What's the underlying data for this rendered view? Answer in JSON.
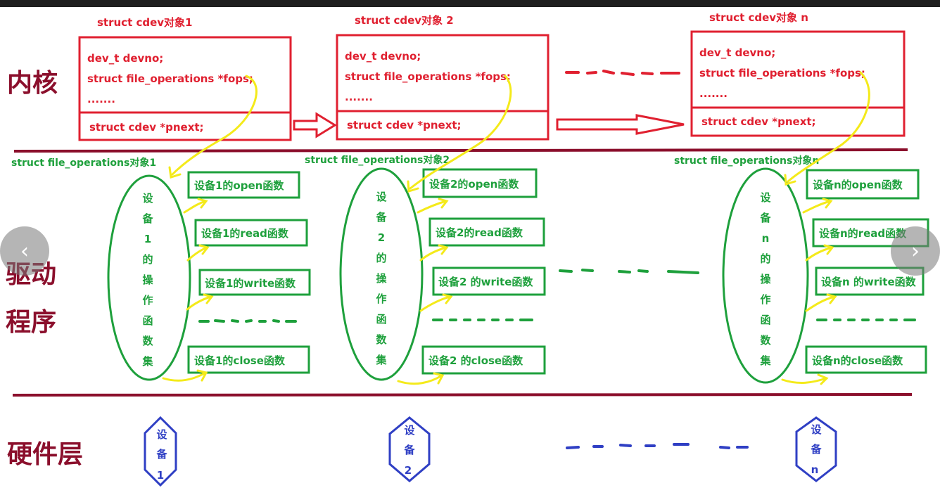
{
  "layers": {
    "kernel": "内核",
    "driver_line1": "驱动",
    "driver_line2": "程序",
    "hardware": "硬件层"
  },
  "cdev_objects": [
    {
      "title": "struct cdev对象1",
      "field_devno": "dev_t devno;",
      "field_fops": "struct file_operations *fops;",
      "field_dots": ".......",
      "field_pnext": "struct cdev *pnext;"
    },
    {
      "title": "struct cdev对象 2",
      "field_devno": "dev_t devno;",
      "field_fops": "struct file_operations *fops;",
      "field_dots": ".......",
      "field_pnext": "struct cdev *pnext;"
    },
    {
      "title": "struct cdev对象 n",
      "field_devno": "dev_t devno;",
      "field_fops": "struct file_operations *fops;",
      "field_dots": ".......",
      "field_pnext": "struct cdev *pnext;"
    }
  ],
  "fops_objects": [
    {
      "title": "struct file_operations对象1",
      "ellipse_chars": [
        "设",
        "备",
        "1",
        "的",
        "操",
        "作",
        "函",
        "数",
        "集"
      ],
      "funcs": {
        "open": "设备1的open函数",
        "read": "设备1的read函数",
        "write": "设备1的write函数",
        "close": "设备1的close函数"
      }
    },
    {
      "title": "struct file_operations对象2",
      "ellipse_chars": [
        "设",
        "备",
        "2",
        "的",
        "操",
        "作",
        "函",
        "数",
        "集"
      ],
      "funcs": {
        "open": "设备2的open函数",
        "read": "设备2的read函数",
        "write": "设备2 的write函数",
        "close": "设备2 的close函数"
      }
    },
    {
      "title": "struct file_operations对象n",
      "ellipse_chars": [
        "设",
        "备",
        "n",
        "的",
        "操",
        "作",
        "函",
        "数",
        "集"
      ],
      "funcs": {
        "open": "设备n的open函数",
        "read": "设备n的read函数",
        "write": "设备n 的write函数",
        "close": "设备n的close函数"
      }
    }
  ],
  "devices": [
    {
      "chars": [
        "设",
        "备",
        "1"
      ]
    },
    {
      "chars": [
        "设",
        "备",
        "2"
      ]
    },
    {
      "chars": [
        "设",
        "备",
        "n"
      ]
    }
  ],
  "nav": {
    "prev": "‹",
    "next": "›"
  },
  "colors": {
    "red": "#e02030",
    "green": "#1ea03c",
    "blue": "#2f3fc4",
    "yellow": "#f4ea1a",
    "maroon": "#8b0f2c"
  }
}
